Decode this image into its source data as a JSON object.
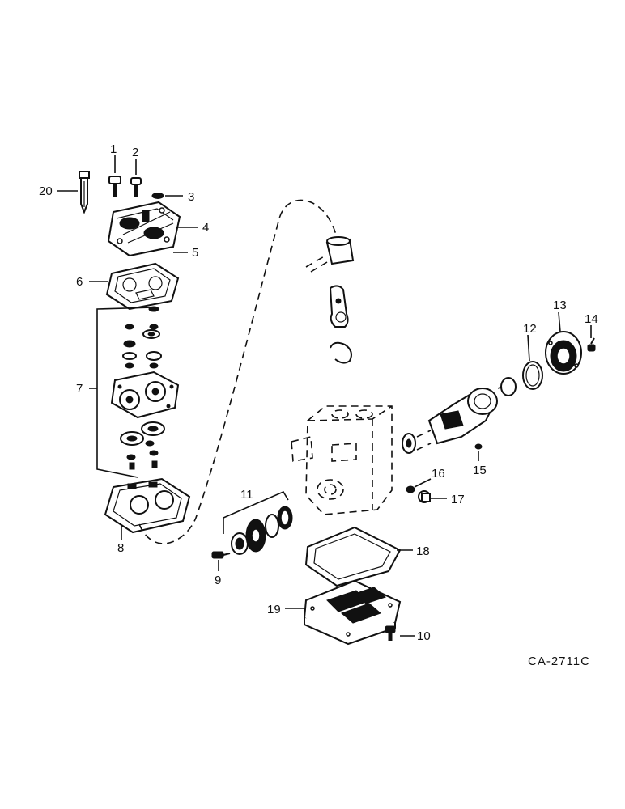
{
  "diagram": {
    "reference_code": "CA-2711C",
    "callouts": {
      "p1": "1",
      "p2": "2",
      "p3": "3",
      "p4": "4",
      "p5": "5",
      "p6": "6",
      "p7": "7",
      "p8": "8",
      "p9": "9",
      "p10": "10",
      "p11": "11",
      "p12": "12",
      "p13": "13",
      "p14": "14",
      "p15": "15",
      "p16": "16",
      "p17": "17",
      "p18": "18",
      "p19": "19",
      "p20": "20"
    }
  }
}
